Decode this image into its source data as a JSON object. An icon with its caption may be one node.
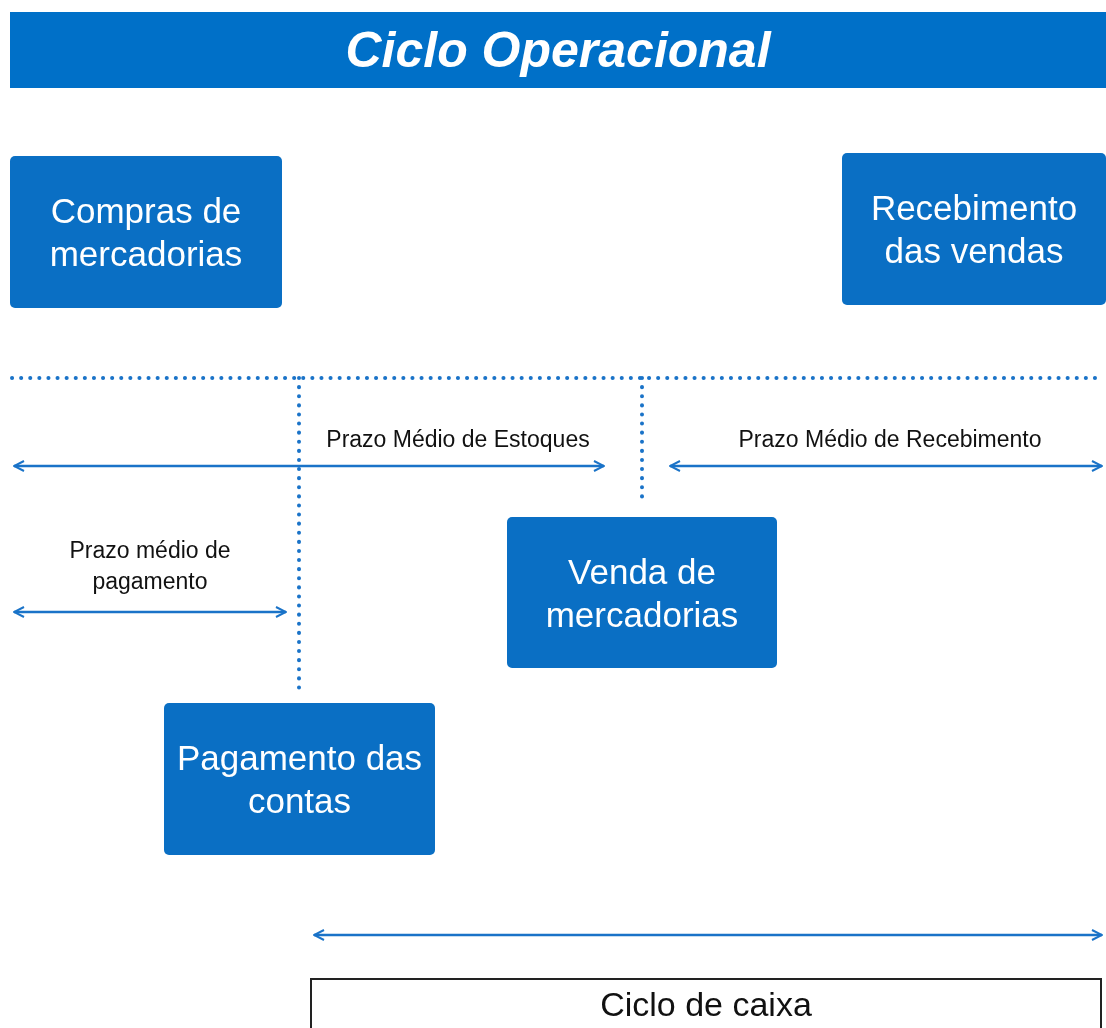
{
  "diagram": {
    "title": "Ciclo Operacional",
    "nodes": [
      {
        "text": [
          "Compras de mercadorias"
        ]
      },
      {
        "text": [
          "Recebimento das vendas"
        ]
      },
      {
        "text": [
          "Venda de mercadorias"
        ]
      },
      {
        "text": [
          "Pagamento das contas"
        ]
      },
      {
        "text": [
          "Ciclo de caixa"
        ]
      }
    ],
    "labels": [
      "Prazo Médio de Estoques",
      "Prazo Médio de Recebimento",
      "Prazo médio de pagamento"
    ]
  }
}
